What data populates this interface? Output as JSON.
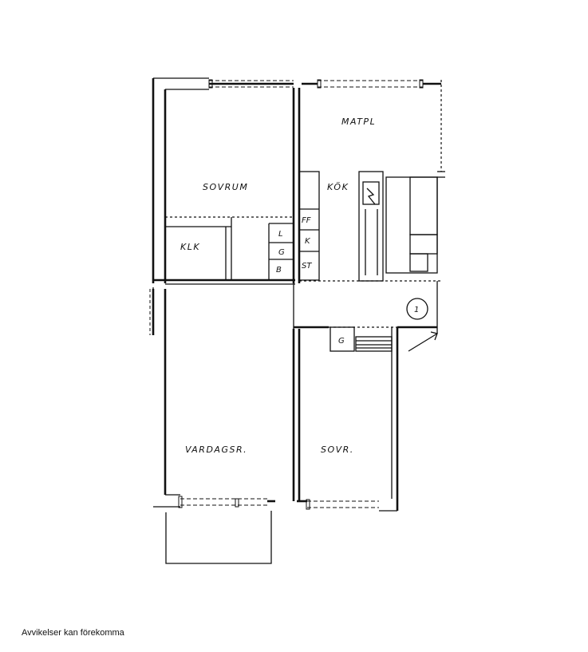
{
  "rooms": {
    "sovrum": "SOVRUM",
    "matpl": "MATPL",
    "kok": "KÖK",
    "klk": "KLK",
    "vardagsrum": "VARDAGSR.",
    "sovr": "SOVR."
  },
  "fixtures": {
    "ff": "FF",
    "k": "K",
    "st": "ST",
    "l": "L",
    "g1": "G",
    "b": "B",
    "g2": "G"
  },
  "entrance_marker": "1",
  "disclaimer": "Avvikelser kan förekomma"
}
